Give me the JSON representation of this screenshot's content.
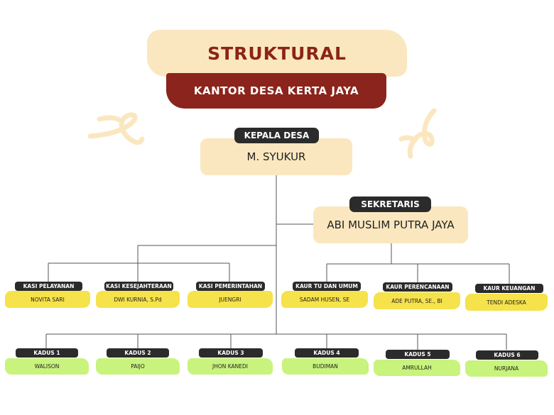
{
  "header": {
    "title": "STRUKTURAL",
    "subtitle": "KANTOR DESA KERTA JAYA"
  },
  "head": {
    "role": "KEPALA DESA",
    "name": "M. SYUKUR"
  },
  "secretary": {
    "role": "SEKRETARIS",
    "name": "ABI MUSLIM PUTRA JAYA"
  },
  "kasi": [
    {
      "role": "KASI PELAYANAN",
      "name": "NOVITA SARI"
    },
    {
      "role": "KASI KESEJAHTERAAN",
      "name": "DWI KURNIA, S.Pd"
    },
    {
      "role": "KASI PEMERINTAHAN",
      "name": "JUENGRI"
    }
  ],
  "kaur": [
    {
      "role": "KAUR TU DAN UMUM",
      "name": "SADAM HUSEN, SE"
    },
    {
      "role": "KAUR PERENCANAAN",
      "name": "ADE PUTRA, SE., BI"
    },
    {
      "role": "KAUR KEUANGAN",
      "name": "TENDI ADESKA"
    }
  ],
  "kadus": [
    {
      "role": "KADUS 1",
      "name": "WALISON"
    },
    {
      "role": "KADUS 2",
      "name": "PAIJO"
    },
    {
      "role": "KADUS 3",
      "name": "JHON KANEDI"
    },
    {
      "role": "KADUS 4",
      "name": "BUDIMAN"
    },
    {
      "role": "KADUS 5",
      "name": "AMRULLAH"
    },
    {
      "role": "KADUS 6",
      "name": "NURJANA"
    }
  ],
  "colors": {
    "cream": "#fbe7bf",
    "maroon": "#8b241c",
    "title_text": "#8c2418",
    "tag": "#2b2b2b",
    "yellow": "#f6e24a",
    "green": "#c8f37c",
    "line": "#555555"
  },
  "decorations": [
    "swirl-left",
    "swirl-right"
  ]
}
